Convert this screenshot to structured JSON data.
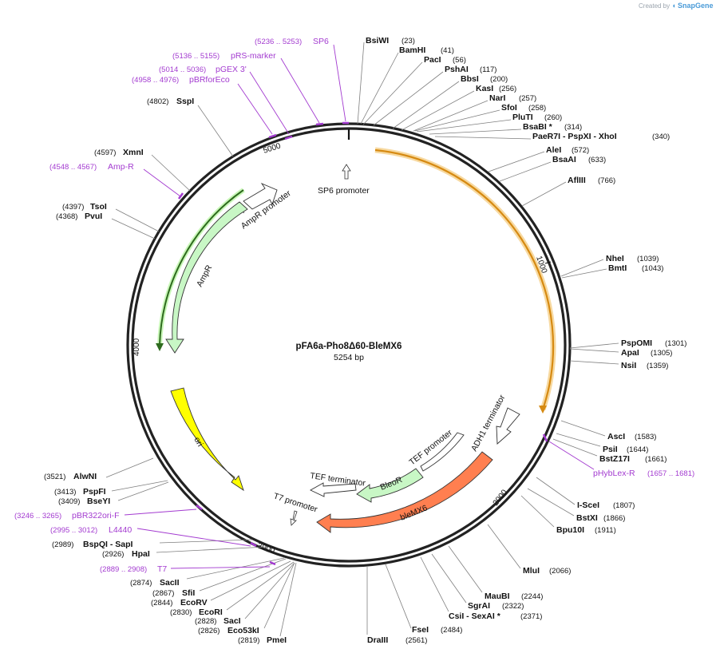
{
  "credit": {
    "prefix": "Created by",
    "brand": "SnapGene",
    "icon": "snapgene-logo-icon"
  },
  "plasmid": {
    "name": "pFA6a-Pho8Δ60-BleMX6",
    "length_label": "5254 bp",
    "length": 5254
  },
  "colors": {
    "primer": "#a33bd0",
    "ampr": "#c8f7c5",
    "ori": "#ffff00",
    "blemx6": "#ff7f50",
    "bleor": "#c8f7c5",
    "orange_arc": "#e8a735",
    "backbone": "#222222"
  },
  "ticks": [
    {
      "label": "1000",
      "pos": 1000
    },
    {
      "label": "2000",
      "pos": 2000
    },
    {
      "label": "3000",
      "pos": 3000
    },
    {
      "label": "4000",
      "pos": 4000
    },
    {
      "label": "5000",
      "pos": 5000
    }
  ],
  "enzymes_right": [
    {
      "name": "BsiWI",
      "pos": "(23)",
      "site": 23
    },
    {
      "name": "BamHI",
      "pos": "(41)",
      "site": 41
    },
    {
      "name": "PacI",
      "pos": "(56)",
      "site": 56
    },
    {
      "name": "PshAI",
      "pos": "(117)",
      "site": 117
    },
    {
      "name": "BbsI",
      "pos": "(200)",
      "site": 200
    },
    {
      "name": "KasI",
      "pos": "(256)",
      "site": 256
    },
    {
      "name": "NarI",
      "pos": "(257)",
      "site": 257
    },
    {
      "name": "SfoI",
      "pos": "(258)",
      "site": 258
    },
    {
      "name": "PluTI",
      "pos": "(260)",
      "site": 260
    },
    {
      "name": "BsaBI *",
      "pos": "(314)",
      "site": 314
    },
    {
      "name": "PaeR7I - PspXI - XhoI",
      "pos": "(340)",
      "site": 340
    },
    {
      "name": "AleI",
      "pos": "(572)",
      "site": 572
    },
    {
      "name": "BsaAI",
      "pos": "(633)",
      "site": 633
    },
    {
      "name": "AflIII",
      "pos": "(766)",
      "site": 766
    },
    {
      "name": "NheI",
      "pos": "(1039)",
      "site": 1039
    },
    {
      "name": "BmtI",
      "pos": "(1043)",
      "site": 1043
    },
    {
      "name": "PspOMI",
      "pos": "(1301)",
      "site": 1301
    },
    {
      "name": "ApaI",
      "pos": "(1305)",
      "site": 1305
    },
    {
      "name": "NsiI",
      "pos": "(1359)",
      "site": 1359
    },
    {
      "name": "AscI",
      "pos": "(1583)",
      "site": 1583
    },
    {
      "name": "PsiI",
      "pos": "(1644)",
      "site": 1644
    },
    {
      "name": "BstZ17I",
      "pos": "(1661)",
      "site": 1661
    },
    {
      "name": "I-SceI",
      "pos": "(1807)",
      "site": 1807
    },
    {
      "name": "BstXI",
      "pos": "(1866)",
      "site": 1866
    },
    {
      "name": "Bpu10I",
      "pos": "(1911)",
      "site": 1911
    },
    {
      "name": "MluI",
      "pos": "(2066)",
      "site": 2066
    },
    {
      "name": "MauBI",
      "pos": "(2244)",
      "site": 2244
    },
    {
      "name": "SgrAI",
      "pos": "(2322)",
      "site": 2322
    },
    {
      "name": "CsiI - SexAI *",
      "pos": "(2371)",
      "site": 2371
    },
    {
      "name": "FseI",
      "pos": "(2484)",
      "site": 2484
    },
    {
      "name": "DraIII",
      "pos": "(2561)",
      "site": 2561
    }
  ],
  "enzymes_left": [
    {
      "name": "SspI",
      "pos": "(4802)",
      "site": 4802
    },
    {
      "name": "XmnI",
      "pos": "(4597)",
      "site": 4597
    },
    {
      "name": "TsoI",
      "pos": "(4397)",
      "site": 4397
    },
    {
      "name": "PvuI",
      "pos": "(4368)",
      "site": 4368
    },
    {
      "name": "AlwNI",
      "pos": "(3521)",
      "site": 3521
    },
    {
      "name": "PspFI",
      "pos": "(3413)",
      "site": 3413
    },
    {
      "name": "BseYI",
      "pos": "(3409)",
      "site": 3409
    },
    {
      "name": "BspQI - SapI",
      "pos": "(2989)",
      "site": 2989
    },
    {
      "name": "HpaI",
      "pos": "(2926)",
      "site": 2926
    },
    {
      "name": "SacII",
      "pos": "(2874)",
      "site": 2874
    },
    {
      "name": "SfiI",
      "pos": "(2867)",
      "site": 2867
    },
    {
      "name": "EcoRV",
      "pos": "(2844)",
      "site": 2844
    },
    {
      "name": "EcoRI",
      "pos": "(2830)",
      "site": 2830
    },
    {
      "name": "SacI",
      "pos": "(2828)",
      "site": 2828
    },
    {
      "name": "Eco53kI",
      "pos": "(2826)",
      "site": 2826
    },
    {
      "name": "PmeI",
      "pos": "(2819)",
      "site": 2819
    }
  ],
  "primers": [
    {
      "name": "SP6",
      "range": "(5236 .. 5253)",
      "start": 5236,
      "end": 5253
    },
    {
      "name": "pRS-marker",
      "range": "(5136 .. 5155)",
      "start": 5136,
      "end": 5155
    },
    {
      "name": "pGEX 3'",
      "range": "(5014 .. 5036)",
      "start": 5014,
      "end": 5036
    },
    {
      "name": "pBRforEco",
      "range": "(4958 .. 4976)",
      "start": 4958,
      "end": 4976
    },
    {
      "name": "Amp-R",
      "range": "(4548 .. 4567)",
      "start": 4548,
      "end": 4567
    },
    {
      "name": "pHybLex-R",
      "range": "(1657 .. 1681)",
      "start": 1657,
      "end": 1681
    },
    {
      "name": "pBR322ori-F",
      "range": "(3246 .. 3265)",
      "start": 3246,
      "end": 3265
    },
    {
      "name": "L4440",
      "range": "(2995 .. 3012)",
      "start": 2995,
      "end": 3012
    },
    {
      "name": "T7",
      "range": "(2889 .. 2908)",
      "start": 2889,
      "end": 2908
    }
  ],
  "features": [
    {
      "name": "SP6 promoter",
      "kind": "promoter"
    },
    {
      "name": "AmpR promoter",
      "kind": "promoter"
    },
    {
      "name": "AmpR",
      "kind": "gene"
    },
    {
      "name": "ori",
      "kind": "origin"
    },
    {
      "name": "ADH1 terminator",
      "kind": "terminator"
    },
    {
      "name": "TEF promoter",
      "kind": "promoter"
    },
    {
      "name": "TEF terminator",
      "kind": "terminator"
    },
    {
      "name": "BleoR",
      "kind": "gene"
    },
    {
      "name": "bleMX6",
      "kind": "gene"
    },
    {
      "name": "T7 promoter",
      "kind": "promoter"
    }
  ]
}
